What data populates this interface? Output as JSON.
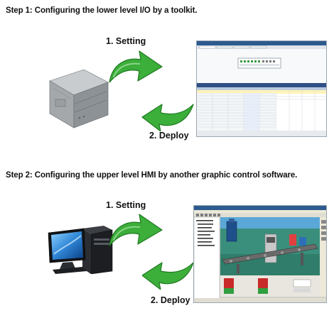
{
  "step1": {
    "heading": "Step 1: Configuring the lower level I/O by a toolkit.",
    "setting_label": "1. Setting",
    "deploy_label": "2. Deploy"
  },
  "step2": {
    "heading": "Step 2: Configuring the upper level HMI by another graphic control software.",
    "setting_label": "1. Setting",
    "deploy_label": "2. Deploy"
  },
  "colors": {
    "arrow_green": "#3cae3a",
    "arrow_dark": "#1f7a22",
    "toolkit_titlebar": "#2d5a8f",
    "hmi_floor": "#2f7d6a"
  }
}
